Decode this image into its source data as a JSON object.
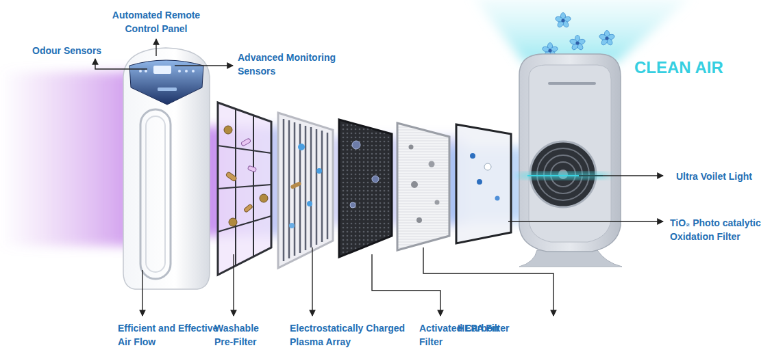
{
  "diagram": {
    "labels": [
      "Automated Remote Control Panel",
      "Odour Sensors",
      "Advanced Monitoring Sensors",
      "CLEAN AIR",
      "Ultra Voilet Light",
      "TiO₂ Photo catalytic Oxidation Filter",
      "Efficient and Effective Air Flow",
      "Washable Pre-Filter",
      "Electrostatically Charged Plasma Array",
      "Activated Carbon Filter",
      "HEPA Filter"
    ]
  }
}
